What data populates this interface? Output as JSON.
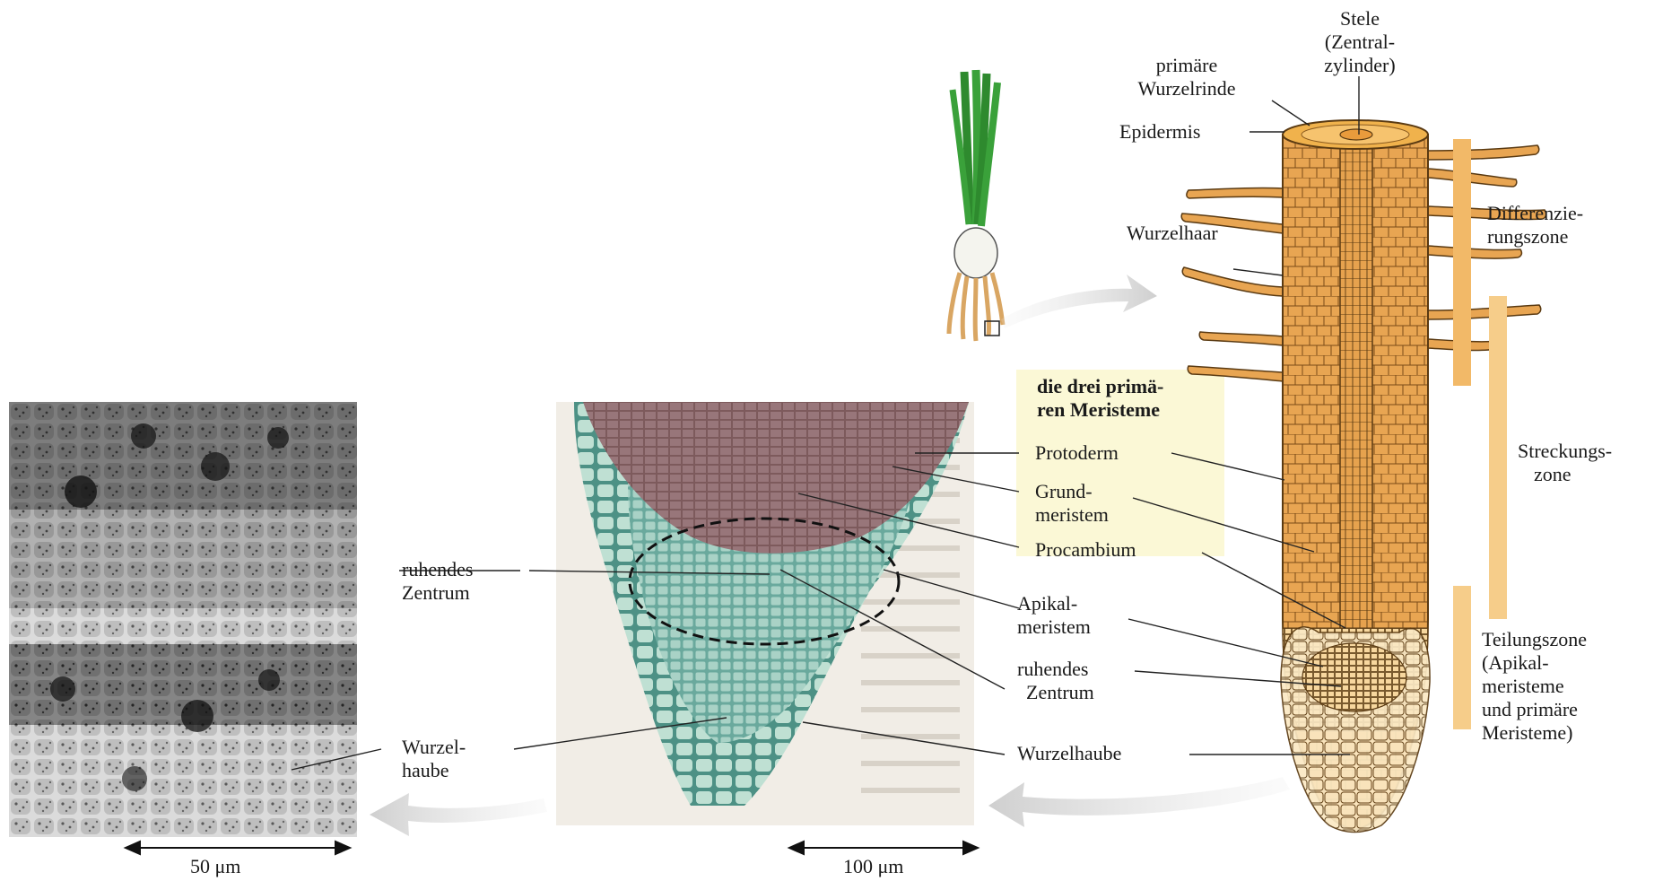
{
  "labels": {
    "stele": [
      "Stele",
      "(Zentral-",
      "zylinder)"
    ],
    "primaere_wurzelrinde": [
      "primäre",
      "Wurzelrinde"
    ],
    "epidermis": "Epidermis",
    "wurzelhaar": "Wurzelhaar",
    "differenzierungszone": [
      "Differenzie-",
      "rungszone"
    ],
    "streckungszone": [
      "Streckungs-",
      "zone"
    ],
    "teilungszone": [
      "Teilungszone",
      "(Apikal-",
      "meristeme",
      "und primäre",
      "Meristeme)"
    ],
    "meristeme_heading": [
      "die drei primä-",
      "ren Meristeme"
    ],
    "protoderm": "Protoderm",
    "grundmeristem": [
      "Grund-",
      "meristem"
    ],
    "procambium": "Procambium",
    "apikalmeristem": [
      "Apikal-",
      "meristem"
    ],
    "ruhendes_zentrum_mid": [
      "ruhendes",
      "Zentrum"
    ],
    "ruhendes_zentrum_left": [
      "ruhendes",
      "Zentrum"
    ],
    "wurzelhaube_right": "Wurzelhaube",
    "wurzelhaube_left": [
      "Wurzel-",
      "haube"
    ]
  },
  "scale_bars": {
    "left": "50 μm",
    "middle": "100 μm"
  },
  "colors": {
    "root_orange": "#e8a552",
    "root_outline": "#5a3a12",
    "zone_bar": "#f2b968",
    "stain_teal": "#6fb3a8",
    "stain_brown": "#6e4a4c",
    "highlight_box": "#fbf8d6",
    "arrow_grey": "#d8d8d8"
  }
}
